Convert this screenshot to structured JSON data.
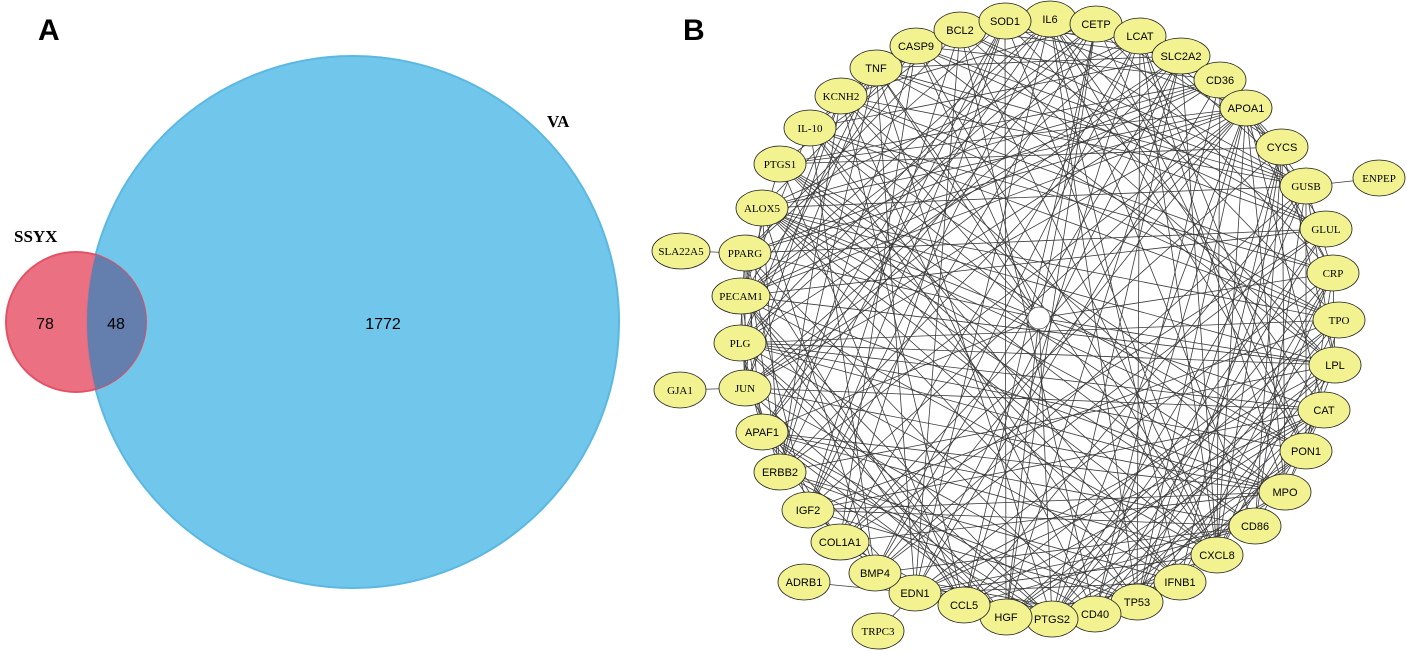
{
  "panels": {
    "a_label": "A",
    "b_label": "B"
  },
  "venn": {
    "set_left": {
      "name": "SSYX",
      "only_count": "78",
      "color": "#ea6a7c",
      "stroke": "#e24a5e"
    },
    "set_right": {
      "name": "VA",
      "only_count": "1772",
      "color": "#67c3ea",
      "stroke": "#4fb3e0"
    },
    "intersection_count": "48",
    "intersection_color": "#5d7fb0"
  },
  "network": {
    "node_color": "#f2f291",
    "nodes": [
      {
        "id": "IL6",
        "serif": false
      },
      {
        "id": "CETP",
        "serif": false
      },
      {
        "id": "LCAT",
        "serif": false
      },
      {
        "id": "SLC2A2",
        "serif": false
      },
      {
        "id": "CD36",
        "serif": false
      },
      {
        "id": "APOA1",
        "serif": false
      },
      {
        "id": "CYCS",
        "serif": false
      },
      {
        "id": "GUSB",
        "serif": true
      },
      {
        "id": "GLUL",
        "serif": true
      },
      {
        "id": "CRP",
        "serif": true
      },
      {
        "id": "TPO",
        "serif": true
      },
      {
        "id": "LPL",
        "serif": false
      },
      {
        "id": "CAT",
        "serif": false
      },
      {
        "id": "PON1",
        "serif": false
      },
      {
        "id": "MPO",
        "serif": false
      },
      {
        "id": "CD86",
        "serif": false
      },
      {
        "id": "CXCL8",
        "serif": false
      },
      {
        "id": "IFNB1",
        "serif": false
      },
      {
        "id": "TP53",
        "serif": false
      },
      {
        "id": "CD40",
        "serif": false
      },
      {
        "id": "PTGS2",
        "serif": false
      },
      {
        "id": "HGF",
        "serif": false
      },
      {
        "id": "CCL5",
        "serif": false
      },
      {
        "id": "EDN1",
        "serif": false
      },
      {
        "id": "BMP4",
        "serif": false
      },
      {
        "id": "COL1A1",
        "serif": false
      },
      {
        "id": "IGF2",
        "serif": false
      },
      {
        "id": "ERBB2",
        "serif": false
      },
      {
        "id": "APAF1",
        "serif": false
      },
      {
        "id": "JUN",
        "serif": true
      },
      {
        "id": "PLG",
        "serif": true
      },
      {
        "id": "PECAM1",
        "serif": true
      },
      {
        "id": "PPARG",
        "serif": true
      },
      {
        "id": "ALOX5",
        "serif": true
      },
      {
        "id": "PTGS1",
        "serif": true
      },
      {
        "id": "IL-10",
        "serif": true
      },
      {
        "id": "KCNH2",
        "serif": true
      },
      {
        "id": "TNF",
        "serif": false
      },
      {
        "id": "CASP9",
        "serif": false
      },
      {
        "id": "BCL2",
        "serif": false
      },
      {
        "id": "SOD1",
        "serif": false
      }
    ],
    "outer_nodes": [
      {
        "id": "ENPEP",
        "serif": true,
        "attached_to": "GUSB"
      },
      {
        "id": "SLA22A5",
        "serif": true,
        "attached_to": "PPARG"
      },
      {
        "id": "GJA1",
        "serif": true,
        "attached_to": "JUN"
      },
      {
        "id": "ADRB1",
        "serif": false,
        "attached_to": "EDN1"
      },
      {
        "id": "TRPC3",
        "serif": true,
        "attached_to": "EDN1"
      }
    ]
  }
}
